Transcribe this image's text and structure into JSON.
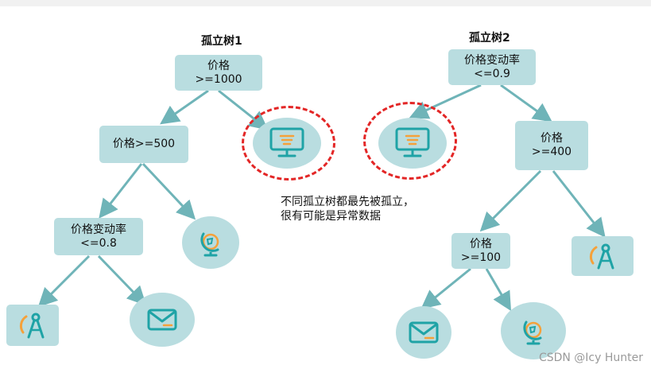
{
  "trees": [
    {
      "title": "孤立树1",
      "root": {
        "line1": "价格",
        "line2": ">=1000"
      },
      "level2": {
        "label": "价格>=500"
      },
      "level3": {
        "line1": "价格变动率",
        "line2": "<=0.8"
      }
    },
    {
      "title": "孤立树2",
      "root": {
        "line1": "价格变动率",
        "line2": "<=0.9"
      },
      "level2": {
        "line1": "价格",
        "line2": ">=400"
      },
      "level3": {
        "line1": "价格",
        "line2": ">=100"
      }
    }
  ],
  "annotation": {
    "line1": "不同孤立树都最先被孤立，",
    "line2": "很有可能是异常数据"
  },
  "icons": {
    "monitor": "monitor-icon",
    "globe": "globe-icon",
    "envelope": "envelope-icon",
    "compass": "compass-icon"
  },
  "colors": {
    "node_fill": "#b9dde0",
    "edge": "#6fb4b8",
    "icon_stroke": "#1fa3a6",
    "icon_accent": "#f5a13a",
    "highlight_ring": "#e32626"
  },
  "watermark": "CSDN @Icy Hunter"
}
